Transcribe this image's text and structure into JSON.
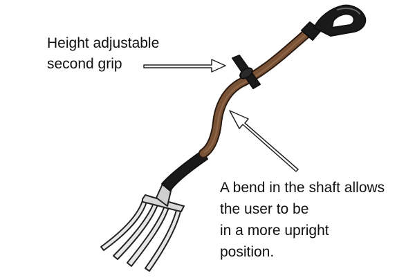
{
  "annotations": {
    "grip": {
      "lines": [
        "Height adjustable",
        "second grip"
      ]
    },
    "bend": {
      "lines": [
        "A bend in the shaft allows",
        "the user to be",
        "in a more upright",
        "position."
      ]
    }
  },
  "colors": {
    "shaft": "#7a5236",
    "shaft_shadow": "#4a2e1c",
    "grip": "#1a1a1a",
    "grip_highlight": "#555555",
    "tines": "#dcdcdc",
    "tines_outline": "#222222",
    "arrow_fill": "#ffffff",
    "arrow_outline": "#222222",
    "text": "#111111"
  },
  "icons": {
    "tool": "garden-fork-icon",
    "arrow": "arrow-icon"
  }
}
